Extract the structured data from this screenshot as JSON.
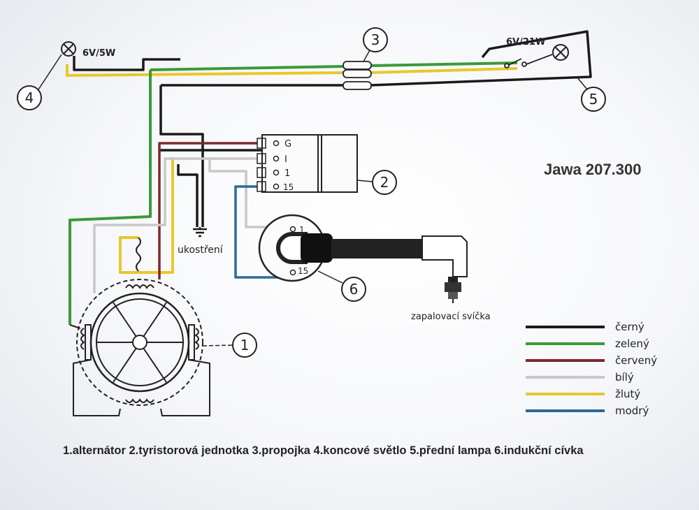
{
  "title": "Jawa 207.300",
  "labels": {
    "rear_bulb": "6V/5W",
    "front_bulb": "6V/21W",
    "ground": "ukostření",
    "spark_plug": "zapalovací svíčka",
    "terminal_g": "G",
    "terminal_i": "I",
    "terminal_1": "1",
    "terminal_15": "15",
    "coil_1": "1",
    "coil_15": "15"
  },
  "numbers": {
    "n1": "1",
    "n2": "2",
    "n3": "3",
    "n4": "4",
    "n5": "5",
    "n6": "6"
  },
  "legend": [
    {
      "label": "černý",
      "color": "#1a1a1a"
    },
    {
      "label": "zelený",
      "color": "#3a9a3a"
    },
    {
      "label": "červený",
      "color": "#7a2a2a"
    },
    {
      "label": "bílý",
      "color": "#c8c8c8"
    },
    {
      "label": "žlutý",
      "color": "#e8c82a"
    },
    {
      "label": "modrý",
      "color": "#2a6a9a"
    }
  ],
  "caption": "1.alternátor 2.tyristorová jednotka 3.propojka 4.koncové světlo 5.přední lampa 6.indukční cívka"
}
